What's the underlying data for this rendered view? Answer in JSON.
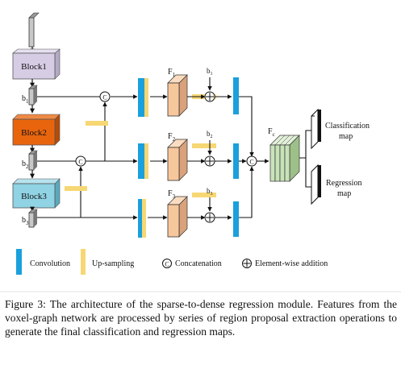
{
  "blocks": [
    "Block1",
    "Block2",
    "Block3"
  ],
  "b_labels": [
    "b",
    "b",
    "b"
  ],
  "b_subs": [
    "1",
    "2",
    "3"
  ],
  "f_labels": [
    "F",
    "F",
    "F"
  ],
  "f_subs": [
    "1",
    "2",
    "3"
  ],
  "side_b_labels": [
    "b",
    "b",
    "b"
  ],
  "side_b_subs": [
    "1",
    "2",
    "3"
  ],
  "fc_label": "F",
  "fc_sub": "c",
  "concat_symbol": "C",
  "outputs": {
    "classification": [
      "Classification",
      "map"
    ],
    "regression": [
      "Regression",
      "map"
    ]
  },
  "legend": {
    "convolution": "Convolution",
    "upsampling": "Up-sampling",
    "concatenation": "Concatenation",
    "addition": "Element-wise addition"
  },
  "caption": "Figure 3: The architecture of the sparse-to-dense regression module. Features from the voxel-graph network are processed by series of region proposal extraction operations to generate the final classification and regression maps.",
  "colors": {
    "block1": "#d6cde5",
    "block2": "#e8650e",
    "block3": "#90d3e4",
    "convolution": "#1aa0dc",
    "upsampling": "#f7d774",
    "feature": "#f7c79c",
    "fc": "#c9e3b9"
  }
}
